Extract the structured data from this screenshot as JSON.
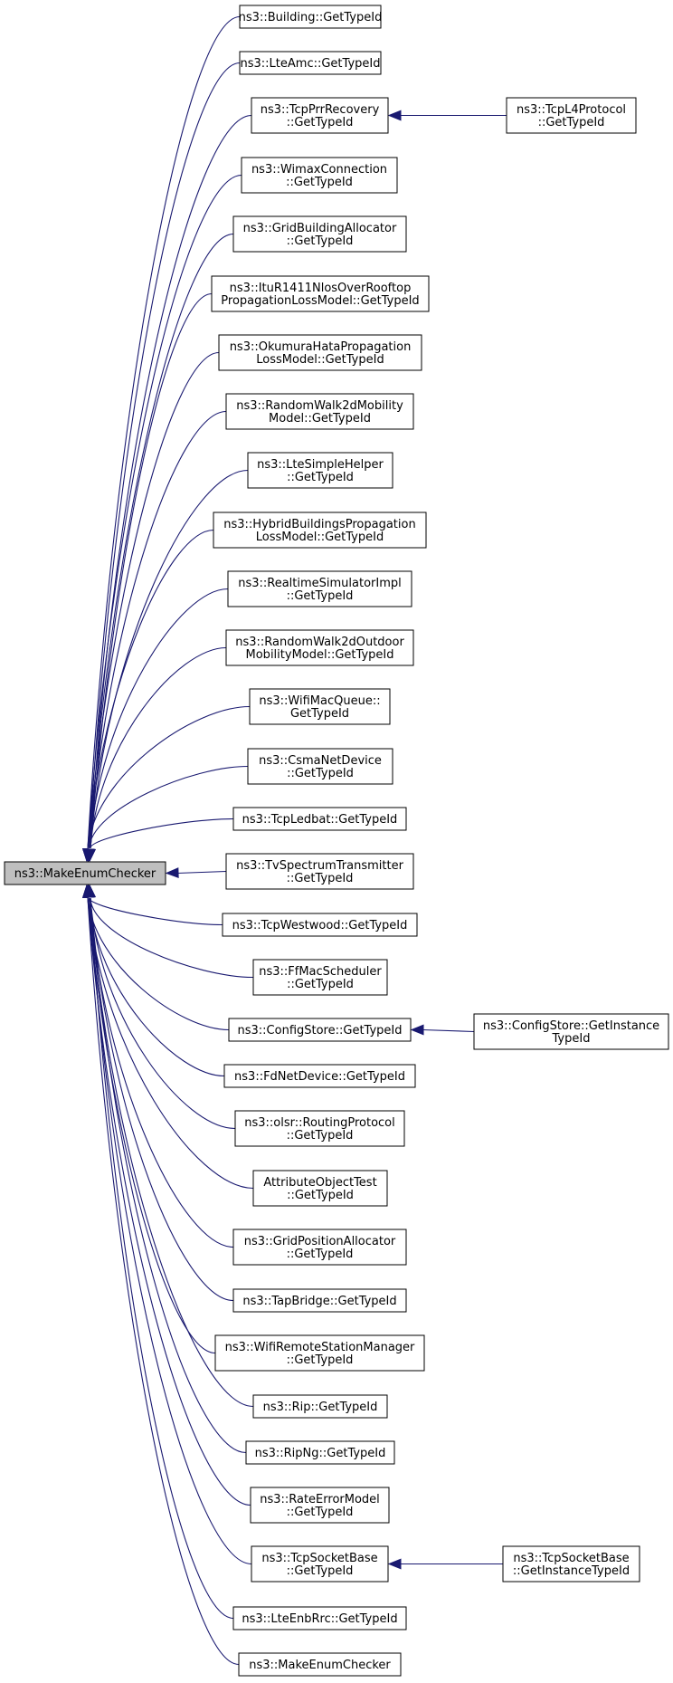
{
  "diagram": {
    "root": {
      "id": "root",
      "lines": [
        "ns3::MakeEnumChecker"
      ]
    },
    "callers": [
      {
        "id": "n1",
        "lines": [
          "ns3::Building::GetTypeId"
        ]
      },
      {
        "id": "n2",
        "lines": [
          "ns3::LteAmc::GetTypeId"
        ]
      },
      {
        "id": "n3",
        "lines": [
          "ns3::TcpPrrRecovery",
          "::GetTypeId"
        ]
      },
      {
        "id": "n4",
        "lines": [
          "ns3::WimaxConnection",
          "::GetTypeId"
        ]
      },
      {
        "id": "n5",
        "lines": [
          "ns3::GridBuildingAllocator",
          "::GetTypeId"
        ]
      },
      {
        "id": "n6",
        "lines": [
          "ns3::ItuR1411NlosOverRooftop",
          "PropagationLossModel::GetTypeId"
        ]
      },
      {
        "id": "n7",
        "lines": [
          "ns3::OkumuraHataPropagation",
          "LossModel::GetTypeId"
        ]
      },
      {
        "id": "n8",
        "lines": [
          "ns3::RandomWalk2dMobility",
          "Model::GetTypeId"
        ]
      },
      {
        "id": "n9",
        "lines": [
          "ns3::LteSimpleHelper",
          "::GetTypeId"
        ]
      },
      {
        "id": "n10",
        "lines": [
          "ns3::HybridBuildingsPropagation",
          "LossModel::GetTypeId"
        ]
      },
      {
        "id": "n11",
        "lines": [
          "ns3::RealtimeSimulatorImpl",
          "::GetTypeId"
        ]
      },
      {
        "id": "n12",
        "lines": [
          "ns3::RandomWalk2dOutdoor",
          "MobilityModel::GetTypeId"
        ]
      },
      {
        "id": "n13",
        "lines": [
          "ns3::WifiMacQueue::",
          "GetTypeId"
        ]
      },
      {
        "id": "n14",
        "lines": [
          "ns3::CsmaNetDevice",
          "::GetTypeId"
        ]
      },
      {
        "id": "n15",
        "lines": [
          "ns3::TcpLedbat::GetTypeId"
        ]
      },
      {
        "id": "n16",
        "lines": [
          "ns3::TvSpectrumTransmitter",
          "::GetTypeId"
        ]
      },
      {
        "id": "n17",
        "lines": [
          "ns3::TcpWestwood::GetTypeId"
        ]
      },
      {
        "id": "n18",
        "lines": [
          "ns3::FfMacScheduler",
          "::GetTypeId"
        ]
      },
      {
        "id": "n19",
        "lines": [
          "ns3::ConfigStore::GetTypeId"
        ]
      },
      {
        "id": "n20",
        "lines": [
          "ns3::FdNetDevice::GetTypeId"
        ]
      },
      {
        "id": "n21",
        "lines": [
          "ns3::olsr::RoutingProtocol",
          "::GetTypeId"
        ]
      },
      {
        "id": "n22",
        "lines": [
          "AttributeObjectTest",
          "::GetTypeId"
        ]
      },
      {
        "id": "n23",
        "lines": [
          "ns3::GridPositionAllocator",
          "::GetTypeId"
        ]
      },
      {
        "id": "n24",
        "lines": [
          "ns3::TapBridge::GetTypeId"
        ]
      },
      {
        "id": "n25",
        "lines": [
          "ns3::WifiRemoteStationManager",
          "::GetTypeId"
        ]
      },
      {
        "id": "n26",
        "lines": [
          "ns3::Rip::GetTypeId"
        ]
      },
      {
        "id": "n27",
        "lines": [
          "ns3::RipNg::GetTypeId"
        ]
      },
      {
        "id": "n28",
        "lines": [
          "ns3::RateErrorModel",
          "::GetTypeId"
        ]
      },
      {
        "id": "n29",
        "lines": [
          "ns3::TcpSocketBase",
          "::GetTypeId"
        ]
      },
      {
        "id": "n30",
        "lines": [
          "ns3::LteEnbRrc::GetTypeId"
        ]
      },
      {
        "id": "n31",
        "lines": [
          "ns3::MakeEnumChecker"
        ]
      }
    ],
    "secondary": [
      {
        "id": "s1",
        "from": "n3",
        "lines": [
          "ns3::TcpL4Protocol",
          "::GetTypeId"
        ]
      },
      {
        "id": "s2",
        "from": "n19",
        "lines": [
          "ns3::ConfigStore::GetInstance",
          "TypeId"
        ]
      },
      {
        "id": "s3",
        "from": "n29",
        "lines": [
          "ns3::TcpSocketBase",
          "::GetInstanceTypeId"
        ]
      }
    ],
    "colors": {
      "edge": "#191970",
      "root_fill": "#bfbfbf",
      "node_fill": "#ffffff",
      "node_border": "#000000"
    }
  }
}
